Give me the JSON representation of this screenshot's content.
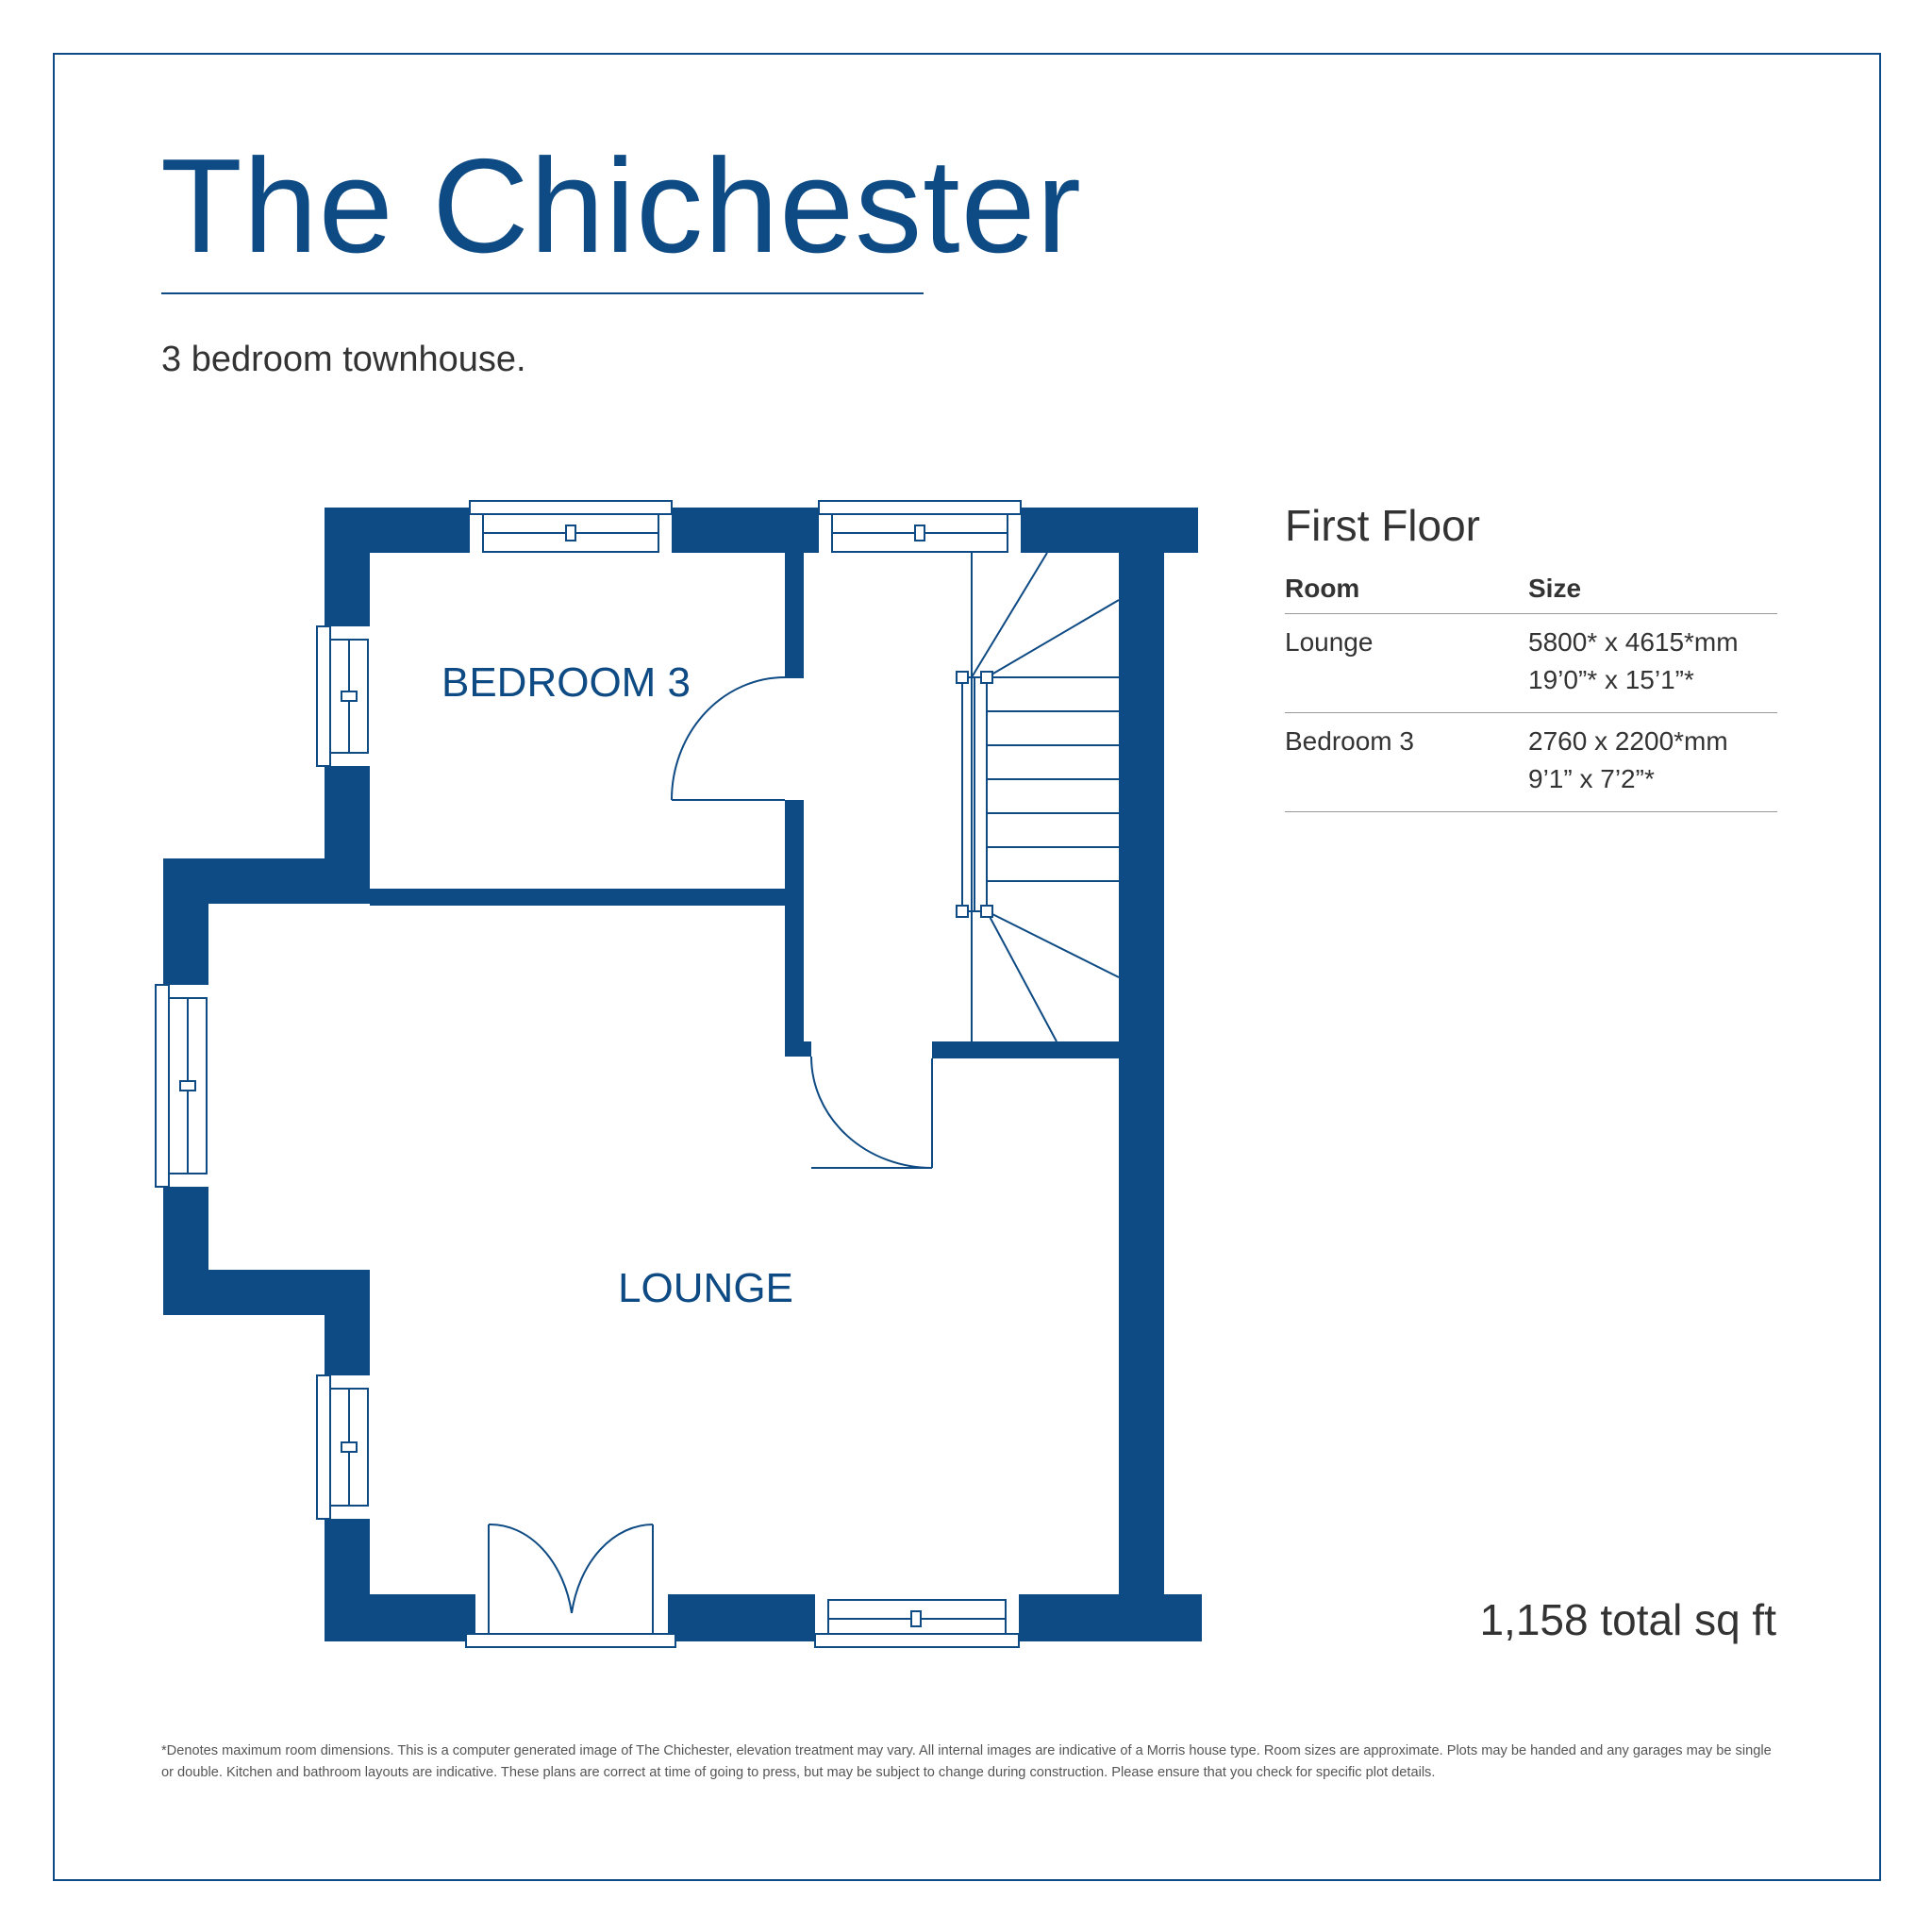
{
  "header": {
    "title": "The Chichester",
    "subtitle": "3 bedroom townhouse."
  },
  "plan": {
    "rooms": [
      "BEDROOM 3",
      "LOUNGE"
    ],
    "wall_color": "#0e4a83"
  },
  "spec": {
    "floor_title": "First Floor",
    "columns": [
      "Room",
      "Size"
    ],
    "rows": [
      {
        "room": "Lounge",
        "metric": "5800* x 4615*mm",
        "imperial": "19’0”* x 15’1”*"
      },
      {
        "room": "Bedroom 3",
        "metric": "2760 x 2200*mm",
        "imperial": "9’1” x 7’2”*"
      }
    ]
  },
  "total": "1,158 total sq ft",
  "disclaimer": "*Denotes maximum room dimensions. This is a computer generated image of The Chichester, elevation treatment may vary. All internal images are indicative of a Morris house type. Room sizes are approximate. Plots may be handed and any garages may be single or double. Kitchen and bathroom layouts are indicative. These plans are correct at time of going to press, but may be subject to change during construction. Please ensure that you check for specific plot details."
}
